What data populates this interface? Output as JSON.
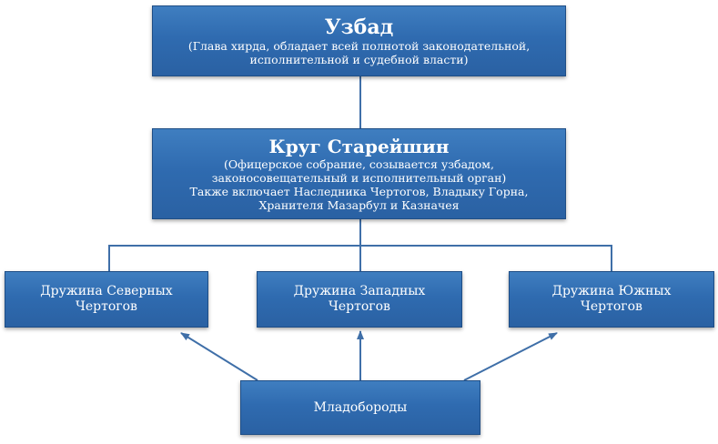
{
  "top": {
    "title": "Узбад",
    "desc_line1": "(Глава хирда, обладает всей полнотой законодательной,",
    "desc_line2": "исполнительной и судебной власти)"
  },
  "council": {
    "title": "Круг Старейшин",
    "desc_line1": "(Офицерское собрание,  созывается узбадом,",
    "desc_line2": "законосовещательный и исполнительный орган)",
    "desc_line3": "Также включает Наследника Чертогов,  Владыку Горна,",
    "desc_line4": "Хранителя Мазарбул и Казначея"
  },
  "north": {
    "line1": "Дружина Северных",
    "line2": "Чертогов"
  },
  "west": {
    "line1": "Дружина Западных",
    "line2": "Чертогов"
  },
  "south": {
    "line1": "Дружина Южных",
    "line2": "Чертогов"
  },
  "youth": {
    "label": "Младобороды"
  }
}
